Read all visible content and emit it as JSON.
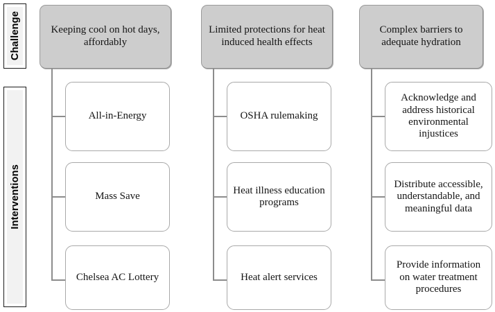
{
  "figure": {
    "rows": [
      {
        "label": "Challenge"
      },
      {
        "label": "Interventions"
      }
    ],
    "colors": {
      "challenge_fill": "#cdcdcd",
      "challenge_border": "#9a9a9a",
      "node_fill": "#ffffff",
      "node_border": "#a8a8a8",
      "connector": "#8c8c8c",
      "rail_border": "#1a1a1a",
      "rail_inner": "#f2f2f2",
      "text": "#141414",
      "background": "#ffffff"
    },
    "columns": [
      {
        "challenge": "Keeping cool on hot days, affordably",
        "interventions": [
          "All-in-Energy",
          "Mass Save",
          "Chelsea AC Lottery"
        ]
      },
      {
        "challenge": "Limited protections for heat induced health effects",
        "interventions": [
          "OSHA rulemaking",
          "Heat illness education programs",
          "Heat alert services"
        ]
      },
      {
        "challenge": "Complex barriers to adequate hydration",
        "interventions": [
          "Acknowledge and address historical environmental injustices",
          "Distribute accessible, understandable, and meaningful data",
          "Provide information on water treatment procedures"
        ]
      }
    ]
  }
}
